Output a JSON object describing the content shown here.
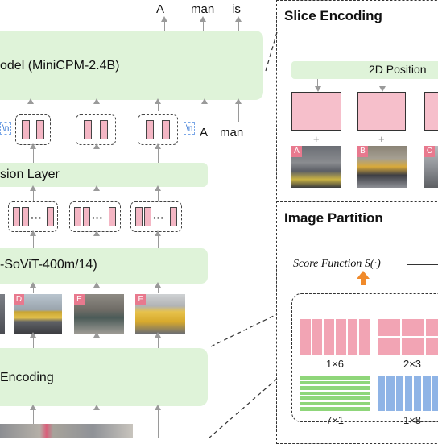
{
  "top_tokens": [
    "A",
    "man",
    "is"
  ],
  "llm_label": "odel (MiniCPM-2.4B)",
  "newline_token": "\\n",
  "mid_tokens": [
    "A",
    "man"
  ],
  "compression_label": "sion Layer",
  "vit_label": "-SoViT-400m/14)",
  "slice_tags": [
    "D",
    "E",
    "F"
  ],
  "encoding_label": " Encoding",
  "slice_encoding": {
    "title": "Slice Encoding",
    "position_label": "2D Position",
    "tags": [
      "A",
      "B",
      "C"
    ],
    "plus": "+"
  },
  "image_partition": {
    "title": "Image Partition",
    "score_function": "Score Function S(·)",
    "partitions": [
      {
        "label": "1×6",
        "color": "#f2a4b4"
      },
      {
        "label": "2×3",
        "color": "#f2a4b4"
      },
      {
        "label": "7×1",
        "color": "#8fd67a"
      },
      {
        "label": "1×8",
        "color": "#8fb4e6"
      }
    ]
  }
}
